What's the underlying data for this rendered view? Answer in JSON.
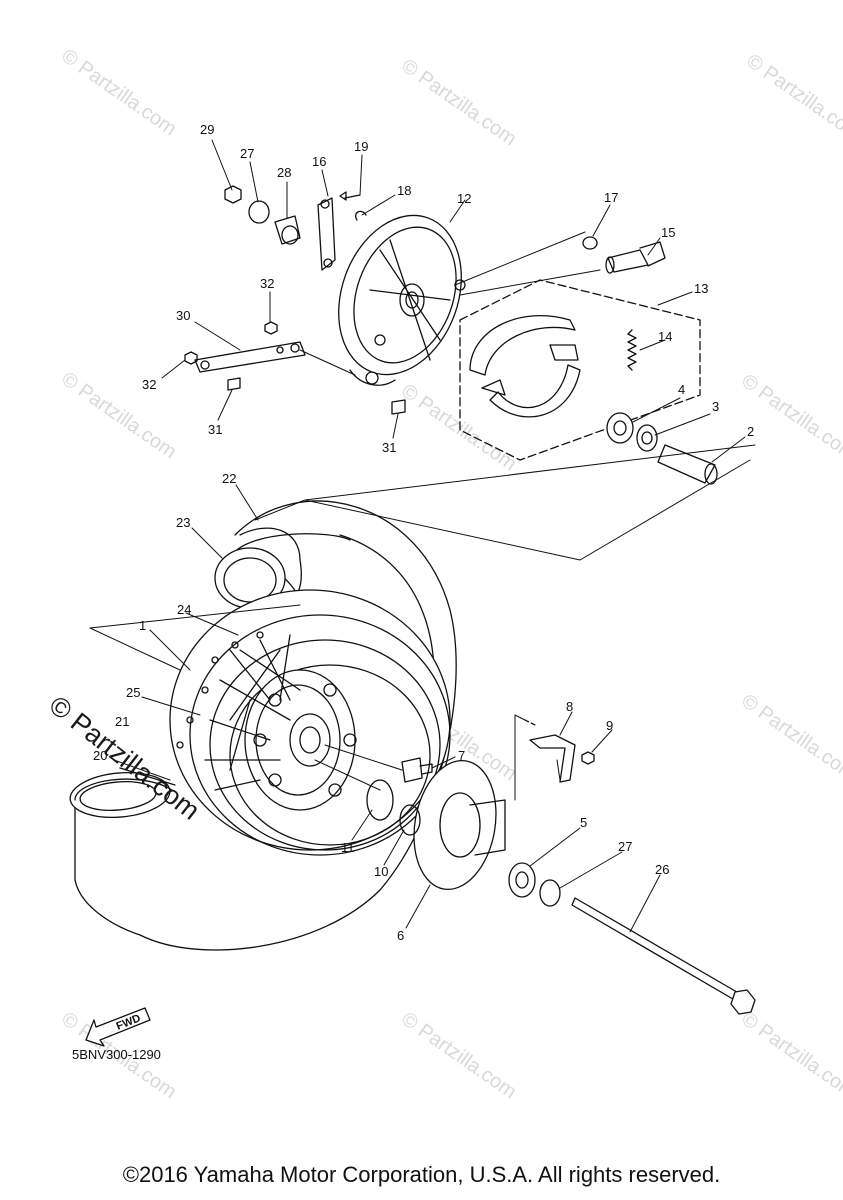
{
  "watermark": {
    "text": "© Partzilla.com",
    "main_text": "© Partzilla.com"
  },
  "diagram": {
    "code": "5BNV300-1290",
    "fwd_label": "FWD",
    "copyright": "©2016 Yamaha Motor Corporation, U.S.A. All rights reserved."
  },
  "parts": [
    {
      "id": "p29",
      "label": "29"
    },
    {
      "id": "p27a",
      "label": "27"
    },
    {
      "id": "p28",
      "label": "28"
    },
    {
      "id": "p16",
      "label": "16"
    },
    {
      "id": "p19",
      "label": "19"
    },
    {
      "id": "p18",
      "label": "18"
    },
    {
      "id": "p12",
      "label": "12"
    },
    {
      "id": "p17",
      "label": "17"
    },
    {
      "id": "p15",
      "label": "15"
    },
    {
      "id": "p13",
      "label": "13"
    },
    {
      "id": "p14",
      "label": "14"
    },
    {
      "id": "p32a",
      "label": "32"
    },
    {
      "id": "p30",
      "label": "30"
    },
    {
      "id": "p32b",
      "label": "32"
    },
    {
      "id": "p31a",
      "label": "31"
    },
    {
      "id": "p31b",
      "label": "31"
    },
    {
      "id": "p4",
      "label": "4"
    },
    {
      "id": "p3",
      "label": "3"
    },
    {
      "id": "p2",
      "label": "2"
    },
    {
      "id": "p22",
      "label": "22"
    },
    {
      "id": "p23",
      "label": "23"
    },
    {
      "id": "p24",
      "label": "24"
    },
    {
      "id": "p1",
      "label": "1"
    },
    {
      "id": "p25",
      "label": "25"
    },
    {
      "id": "p21",
      "label": "21"
    },
    {
      "id": "p20",
      "label": "20"
    },
    {
      "id": "p8",
      "label": "8"
    },
    {
      "id": "p9",
      "label": "9"
    },
    {
      "id": "p7",
      "label": "7"
    },
    {
      "id": "p11",
      "label": "11"
    },
    {
      "id": "p10",
      "label": "10"
    },
    {
      "id": "p5",
      "label": "5"
    },
    {
      "id": "p27b",
      "label": "27"
    },
    {
      "id": "p26",
      "label": "26"
    },
    {
      "id": "p6",
      "label": "6"
    }
  ]
}
